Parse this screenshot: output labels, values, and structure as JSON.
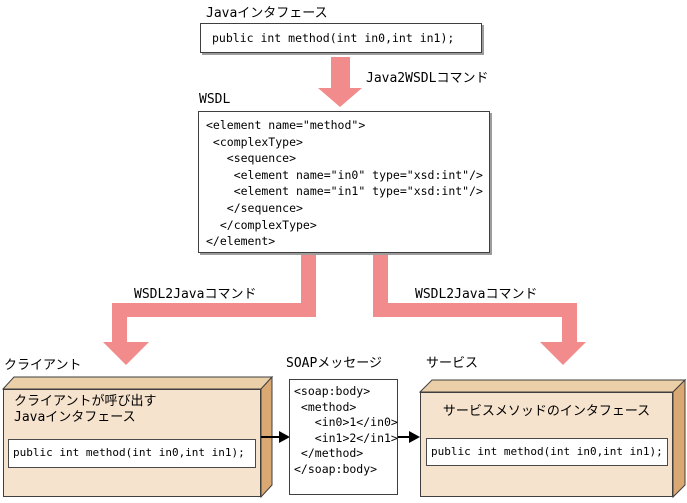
{
  "labels": {
    "java_interface": "Javaインタフェース",
    "java2wsdl": "Java2WSDLコマンド",
    "wsdl": "WSDL",
    "wsdl2java_left": "WSDL2Javaコマンド",
    "wsdl2java_right": "WSDL2Javaコマンド",
    "client": "クライアント",
    "soap_message": "SOAPメッセージ",
    "service": "サービス"
  },
  "java_interface_box": {
    "code": "public int method(int in0,int in1);"
  },
  "wsdl_box": {
    "code": "<element name=\"method\">\n <complexType>\n   <sequence>\n    <element name=\"in0\" type=\"xsd:int\"/>\n    <element name=\"in1\" type=\"xsd:int\"/>\n   </sequence>\n  </complexType>\n</element>"
  },
  "client_box": {
    "title": "クライアントが呼び出す\nJavaインタフェース",
    "code": "public int method(int in0,int in1);"
  },
  "soap_box": {
    "code": "<soap:body>\n <method>\n   <in0>1</in0>\n   <in1>2</in1>\n </method>\n</soap:body>"
  },
  "service_box": {
    "title": "サービスメソッドのインタフェース",
    "code": "public int method(int in0,int in1);"
  },
  "colors": {
    "arrow_pink": "#f28b8b",
    "arrow_black": "#000000",
    "box_face": "#f6e3ce",
    "box_top_face": "#ebcfa8",
    "box_side_face": "#d9a873",
    "box_border": "#3f3f3f",
    "shadow_gray": "#9c9c9c"
  }
}
